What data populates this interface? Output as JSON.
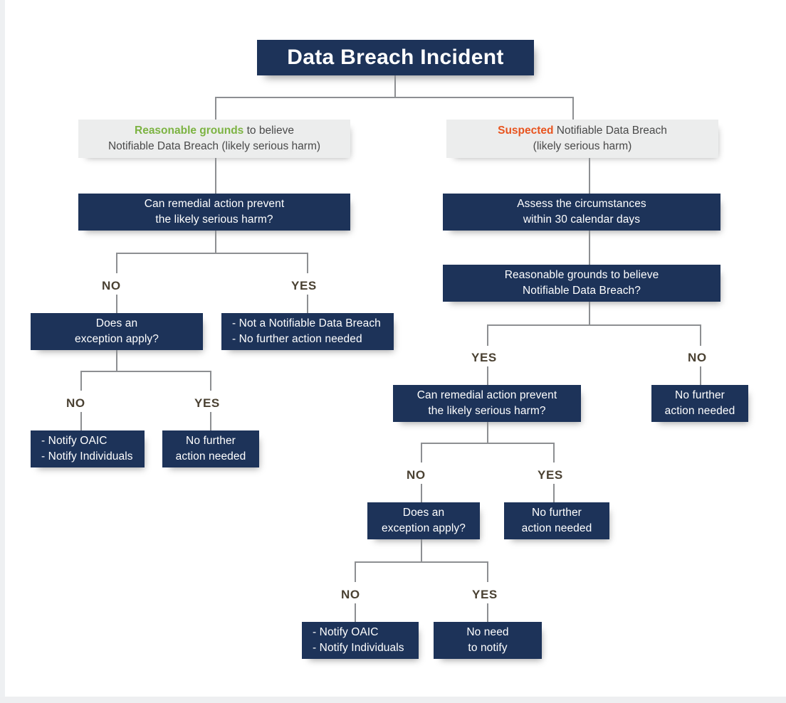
{
  "diagram": {
    "title": "Data Breach Incident",
    "colors": {
      "node_fill": "#1d3359",
      "node_text": "#ffffff",
      "panel_fill": "#eceded",
      "panel_text": "#4a4a4a",
      "connector": "#8d8f92",
      "accent_green": "#7cb342",
      "accent_orange": "#e8541f",
      "label_text": "#4a4132",
      "background": "#ffffff"
    },
    "branches": {
      "left": {
        "header": {
          "emphasis": "Reasonable grounds",
          "emphasis_color": "green",
          "rest_line1": " to believe",
          "line2": "Notifiable Data Breach (likely serious harm)"
        },
        "q1": {
          "line1": "Can remedial action prevent",
          "line2": "the likely serious harm?"
        },
        "q1_no_label": "NO",
        "q1_yes_label": "YES",
        "q1_no_node": {
          "line1": "Does an",
          "line2": "exception apply?"
        },
        "q1_yes_node": {
          "line1": "- Not a Notifiable Data Breach",
          "line2": "- No further action needed"
        },
        "q2_no_label": "NO",
        "q2_yes_label": "YES",
        "q2_no_node": {
          "line1": "- Notify OAIC",
          "line2": "- Notify Individuals"
        },
        "q2_yes_node": {
          "line1": "No further",
          "line2": "action needed"
        }
      },
      "right": {
        "header": {
          "emphasis": "Suspected",
          "emphasis_color": "orange",
          "rest_line1": " Notifiable Data Breach",
          "line2": "(likely serious harm)"
        },
        "step1": {
          "line1": "Assess the circumstances",
          "line2": "within 30 calendar days"
        },
        "q1": {
          "line1": "Reasonable grounds to believe",
          "line2": "Notifiable Data Breach?"
        },
        "q1_yes_label": "YES",
        "q1_no_label": "NO",
        "q1_no_node": {
          "line1": "No further",
          "line2": "action needed"
        },
        "q2": {
          "line1": "Can remedial action prevent",
          "line2": "the likely serious harm?"
        },
        "q2_no_label": "NO",
        "q2_yes_label": "YES",
        "q2_yes_node": {
          "line1": "No further",
          "line2": "action needed"
        },
        "q2_no_node": {
          "line1": "Does an",
          "line2": "exception apply?"
        },
        "q3_no_label": "NO",
        "q3_yes_label": "YES",
        "q3_no_node": {
          "line1": "- Notify OAIC",
          "line2": "- Notify Individuals"
        },
        "q3_yes_node": {
          "line1": "No need",
          "line2": "to notify"
        }
      }
    }
  }
}
